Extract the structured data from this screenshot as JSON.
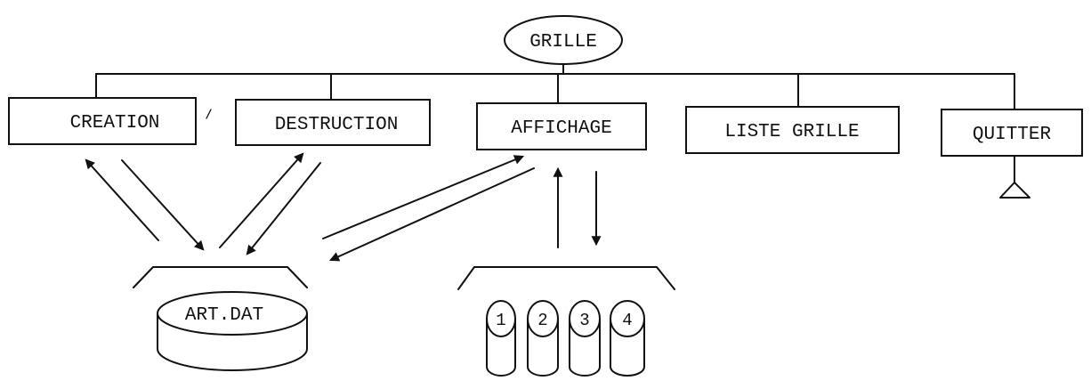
{
  "root": {
    "label": "GRILLE"
  },
  "menu": {
    "creation": "CREATION",
    "destruction": "DESTRUCTION",
    "affichage": "AFFICHAGE",
    "liste_grille": "LISTE GRILLE",
    "quitter": "QUITTER"
  },
  "datafile": {
    "label": "ART.DAT"
  },
  "screens": {
    "labels": [
      "1",
      "2",
      "3",
      "4"
    ]
  }
}
